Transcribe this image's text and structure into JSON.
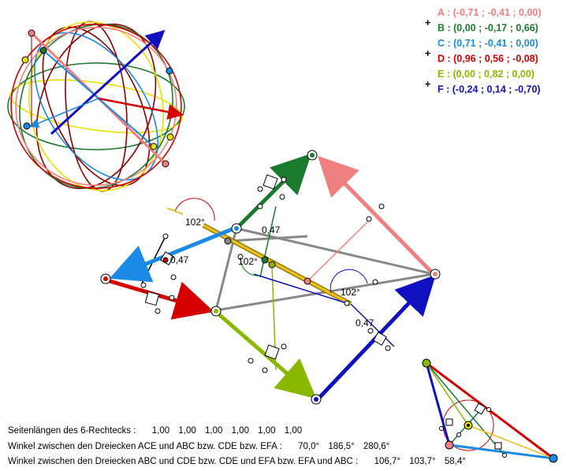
{
  "legend": [
    {
      "label": "A",
      "coords": "(-0,71 ; -0,41 ; 0,00)",
      "color": "#f08080"
    },
    {
      "label": "B",
      "coords": "(0,00 ; -0,17 ; 0,66)",
      "color": "#1a7a2e"
    },
    {
      "label": "C",
      "coords": "(0,71 ; -0,41 ; 0,00)",
      "color": "#1a8ae6"
    },
    {
      "label": "D",
      "coords": "(0,96 ; 0,56 ; -0,08)",
      "color": "#d40000"
    },
    {
      "label": "E",
      "coords": "(0,00 ; 0,82 ; 0,00)",
      "color": "#8ab800"
    },
    {
      "label": "F",
      "coords": "(-0,24 ; 0,14 ; -0,70)",
      "color": "#1010c0"
    }
  ],
  "annotations": {
    "angle_1": "102°",
    "angle_2": "102°",
    "angle_3": "102°",
    "len_1": "0,47",
    "len_2": "0,47",
    "len_3": "0,47"
  },
  "info": {
    "line1_label": "Seitenlängen des 6-Rechtecks :",
    "line1_values": [
      "1,00",
      "1,00",
      "1,00",
      "1,00",
      "1,00",
      "1,00"
    ],
    "line2_label": "Winkel zwischen den Dreiecken ACE und ABC bzw. CDE bzw. EFA :",
    "line2_values": [
      "70,0°",
      "186,5°",
      "280,6°"
    ],
    "line3_label": "Winkel zwischen den Dreiecken ABC und CDE bzw. CDE und EFA bzw. EFA und ABC :",
    "line3_values": [
      "106,7°",
      "103,7°",
      "58,4°"
    ]
  },
  "colors": {
    "A": "#f08080",
    "B": "#1a7a2e",
    "C": "#1a8ae6",
    "D": "#d40000",
    "E": "#8ab800",
    "F": "#1010c0",
    "connector": "#888888",
    "axis": "#e8c020"
  }
}
